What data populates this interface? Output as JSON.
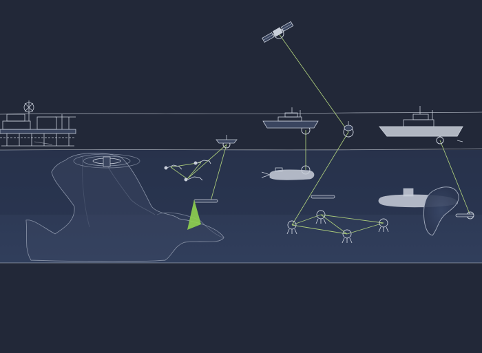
{
  "scene": {
    "background": "#222838",
    "water_tint": "#2f3b55",
    "line_color": "#c9cfda",
    "link_color": "#a9c97a",
    "accent": "#8fd14f"
  },
  "nodes": [
    {
      "id": "satellite",
      "icon": "satellite-icon"
    },
    {
      "id": "offshore-platform",
      "icon": "platform-icon"
    },
    {
      "id": "patrol-ship",
      "icon": "ship-icon"
    },
    {
      "id": "frigate",
      "icon": "frigate-icon"
    },
    {
      "id": "surface-buoy",
      "icon": "buoy-icon"
    },
    {
      "id": "usv-drone",
      "icon": "surface-drone-icon"
    },
    {
      "id": "divers",
      "icon": "diver-icon"
    },
    {
      "id": "submersible",
      "icon": "submersible-icon"
    },
    {
      "id": "auv",
      "icon": "auv-icon"
    },
    {
      "id": "submarine",
      "icon": "submarine-icon"
    },
    {
      "id": "seabed-sensors",
      "icon": "seabed-lander-icon"
    },
    {
      "id": "sonar-sweep",
      "icon": "sonar-beam-icon"
    }
  ]
}
